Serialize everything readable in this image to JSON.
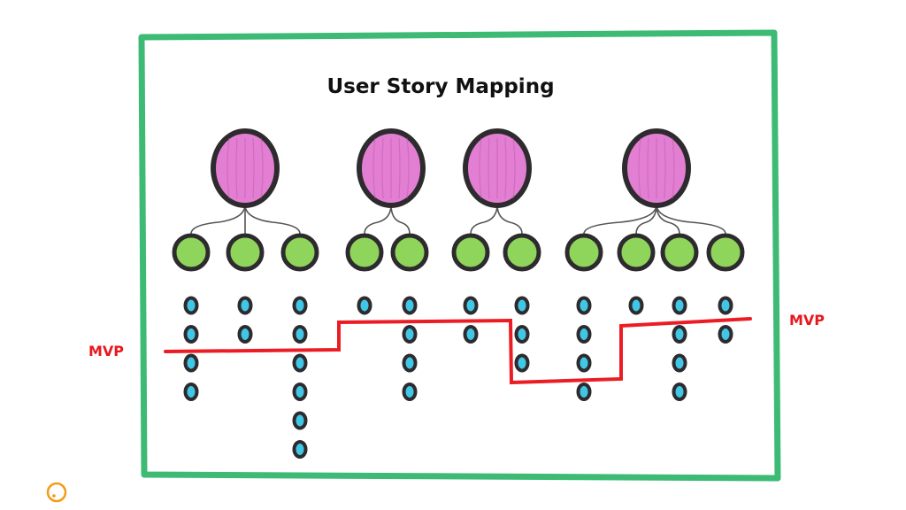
{
  "title": "User Story Mapping",
  "mvp_label_left": "MVP",
  "mvp_label_right": "MVP",
  "colors": {
    "frame": "#3dba74",
    "activity": "#e27fd2",
    "task": "#8fd55b",
    "story": "#41c7e6",
    "outline": "#2e2b2f",
    "mvp_line": "#ec1c24",
    "mvp_text": "#e8191e",
    "corner_icon": "#f39c12"
  },
  "icons": {
    "activity": "activity-ellipse",
    "task": "task-circle",
    "story": "story-oval",
    "corner": "ring-icon"
  },
  "activities": [
    {
      "tasks": [
        {
          "stories": 4
        },
        {
          "stories": 2
        },
        {
          "stories": 6
        }
      ]
    },
    {
      "tasks": [
        {
          "stories": 1
        },
        {
          "stories": 4
        }
      ]
    },
    {
      "tasks": [
        {
          "stories": 2
        },
        {
          "stories": 3
        }
      ]
    },
    {
      "tasks": [
        {
          "stories": 4
        },
        {
          "stories": 1
        },
        {
          "stories": 4
        },
        {
          "stories": 2
        }
      ]
    }
  ]
}
